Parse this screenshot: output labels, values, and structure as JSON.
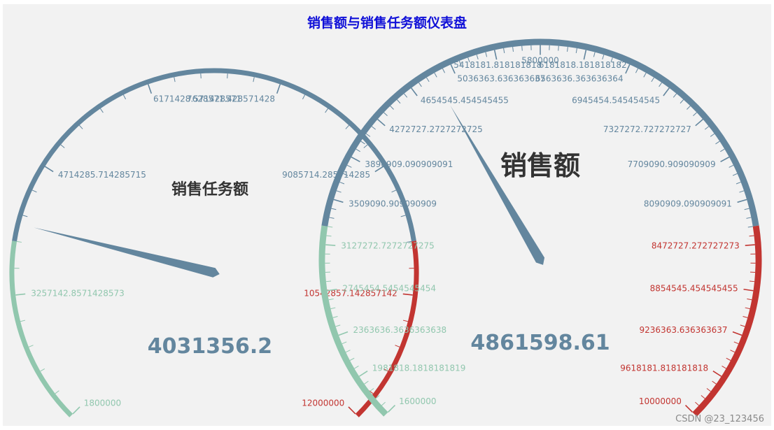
{
  "watermark": "CSDN @23_123456",
  "chart_data": {
    "type": "gauge",
    "title": "销售额与销售任务额仪表盘",
    "colors": {
      "low": "#91c7ae",
      "mid": "#63869e",
      "high": "#c23531",
      "title": "#1010d8",
      "text": "#333333"
    },
    "gauges": [
      {
        "name": "销售任务额",
        "value": 4031356.2,
        "value_label": "4031356.2",
        "min": 1800000,
        "max": 12000000,
        "bands": [
          [
            0.2,
            "#91c7ae"
          ],
          [
            0.8,
            "#63869e"
          ],
          [
            1.0,
            "#c23531"
          ]
        ],
        "tick_labels": [
          "1800000",
          "3257142.8571428573",
          "4714285.714285715",
          "6171428.571428571",
          "7628571.428571428",
          "9085714.285714285",
          "10542857.142857142",
          "12000000"
        ]
      },
      {
        "name": "销售额",
        "value": 4861598.61,
        "value_label": "4861598.61",
        "min": 1600000,
        "max": 10000000,
        "bands": [
          [
            0.2,
            "#91c7ae"
          ],
          [
            0.8,
            "#63869e"
          ],
          [
            1.0,
            "#c23531"
          ]
        ],
        "tick_labels": [
          "1600000",
          "1981818.1818181819",
          "2363636.3636363638",
          "2745454.5454545454",
          "3127272.7272727275",
          "3509090.909090909",
          "3890909.090909091",
          "4272727.2727272725",
          "4654545.454545455",
          "5036363.636363637",
          "5418181.818181818",
          "5800000",
          "6181818.181818182",
          "6563636.363636364",
          "6945454.545454545",
          "7327272.727272727",
          "7709090.909090909",
          "8090909.090909091",
          "8472727.272727273",
          "8854545.454545455",
          "9236363.636363637",
          "9618181.818181818",
          "10000000"
        ]
      }
    ]
  }
}
